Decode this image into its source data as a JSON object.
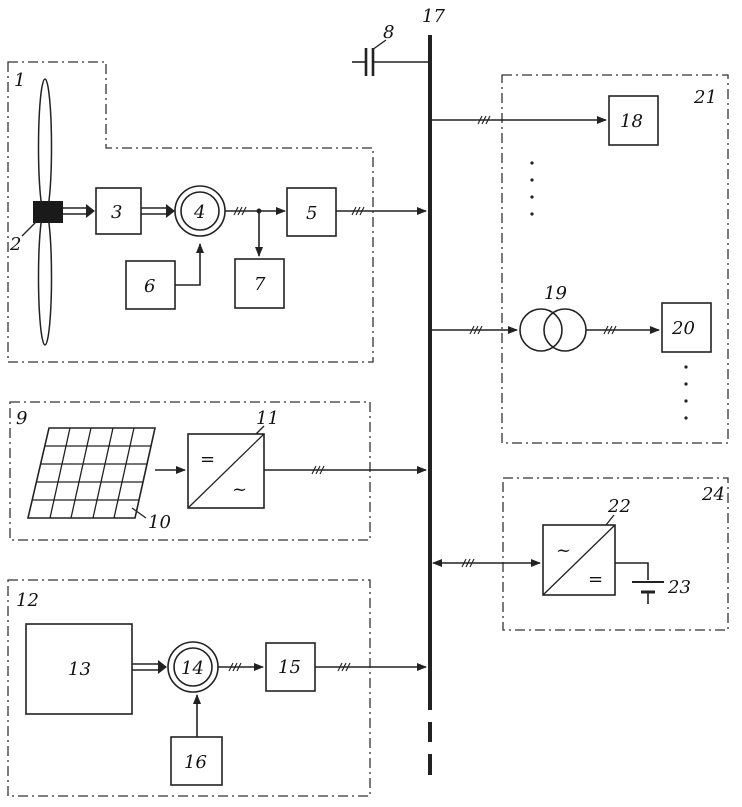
{
  "labels": {
    "n1": "1",
    "n2": "2",
    "n3": "3",
    "n4": "4",
    "n5": "5",
    "n6": "6",
    "n7": "7",
    "n8": "8",
    "n9": "9",
    "n10": "10",
    "n11": "11",
    "n12": "12",
    "n13": "13",
    "n14": "14",
    "n15": "15",
    "n16": "16",
    "n17": "17",
    "n18": "18",
    "n19": "19",
    "n20": "20",
    "n21": "21",
    "n22": "22",
    "n23": "23",
    "n24": "24"
  },
  "symbols": {
    "dc": "=",
    "ac": "~"
  }
}
